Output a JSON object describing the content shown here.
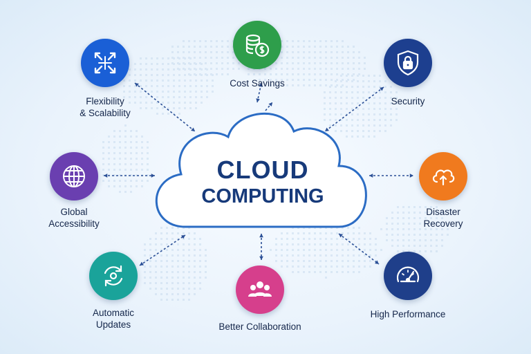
{
  "center": {
    "line1": "CLOUD",
    "line2": "COMPUTING"
  },
  "colors": {
    "flexibility": "#1a5fd6",
    "cost": "#2e9e4b",
    "security": "#1d3f8f",
    "global": "#6a3fb0",
    "disaster": "#f07a1e",
    "updates": "#1aa39a",
    "collaboration": "#d63f8c",
    "performance": "#1f3f8a",
    "arrow": "#2a4f96",
    "cloud_outline": "#2b6cc4"
  },
  "nodes": [
    {
      "key": "flexibility",
      "label": "Flexibility\n& Scalability",
      "icon": "expand-arrows-icon"
    },
    {
      "key": "cost",
      "label": "Cost Savings",
      "icon": "coins-dollar-icon"
    },
    {
      "key": "security",
      "label": "Security",
      "icon": "shield-lock-icon"
    },
    {
      "key": "global",
      "label": "Global\nAccessibility",
      "icon": "globe-icon"
    },
    {
      "key": "disaster",
      "label": "Disaster\nRecovery",
      "icon": "cloud-upload-icon"
    },
    {
      "key": "updates",
      "label": "Automatic\nUpdates",
      "icon": "sync-gear-icon"
    },
    {
      "key": "collaboration",
      "label": "Better Collaboration",
      "icon": "people-group-icon"
    },
    {
      "key": "performance",
      "label": "High Performance",
      "icon": "speedometer-icon"
    }
  ]
}
